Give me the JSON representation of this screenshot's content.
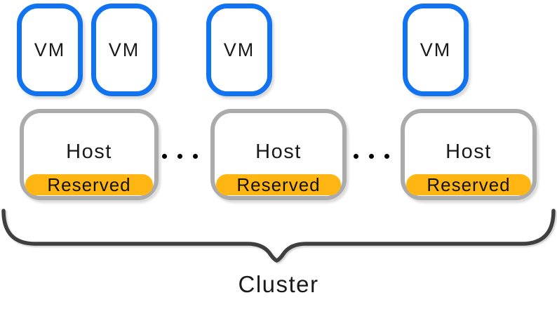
{
  "vms": [
    {
      "label": "VM"
    },
    {
      "label": "VM"
    },
    {
      "label": "VM"
    },
    {
      "label": "VM"
    }
  ],
  "hosts": [
    {
      "label": "Host",
      "reserved": "Reserved"
    },
    {
      "label": "Host",
      "reserved": "Reserved"
    },
    {
      "label": "Host",
      "reserved": "Reserved"
    }
  ],
  "ellipsis": "...",
  "cluster": {
    "label": "Cluster"
  },
  "colors": {
    "vm_border": "#1173f0",
    "host_border": "#ababab",
    "reserved_fill": "#ffb612",
    "brace": "#3f3f3f",
    "text": "#1a1a1a",
    "bg": "#ffffff"
  }
}
